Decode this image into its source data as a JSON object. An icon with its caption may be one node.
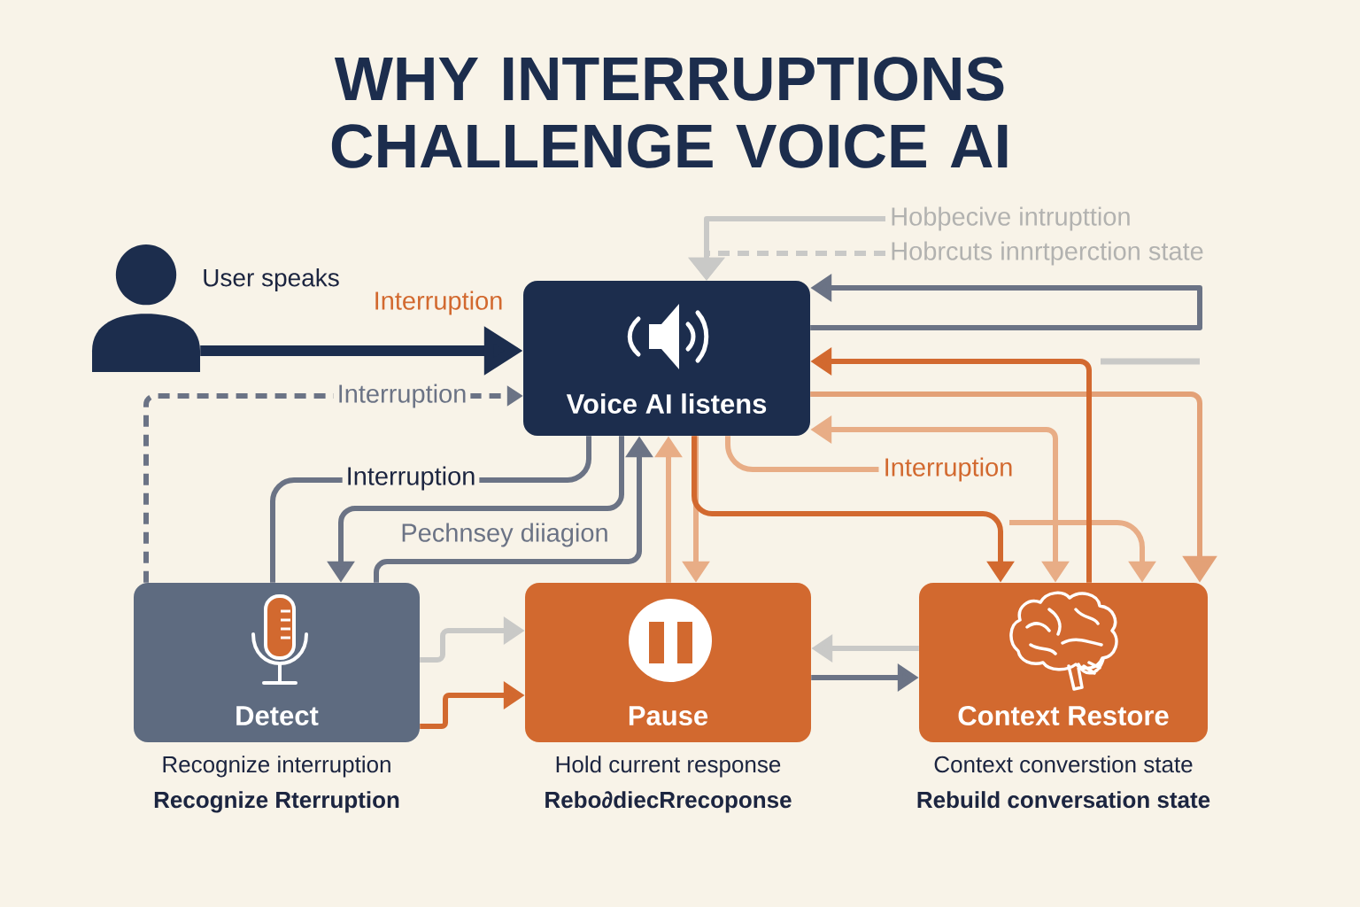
{
  "diagram": {
    "title": "WHY INTERRUPTIONS CHALLENGE VOICE AI",
    "nodes": [
      {
        "text": [],
        "shape": "person",
        "beside": [
          "User speaks"
        ]
      },
      {
        "text": [
          "Voice AI listens"
        ]
      },
      {
        "text": [
          "Detect"
        ],
        "beside": [
          "Recognize interruption",
          "Recognize Rterruption"
        ]
      },
      {
        "text": [
          "Pause"
        ],
        "beside": [
          "Hold current response",
          "Rebo∂diecRrecoponse"
        ]
      },
      {
        "text": [
          "Context Restore"
        ],
        "beside": [
          "Context converstion state",
          "Rebuild conversation state"
        ]
      },
      {
        "text": [
          "Hobþecive intrupttion"
        ]
      },
      {
        "text": [
          "Hobrcuts innrtperction state"
        ]
      },
      {
        "text": [
          "Interruption"
        ]
      }
    ],
    "edges": [
      {
        "from": 0,
        "to": 1,
        "arrow": "to",
        "label": "Interruption",
        "style": "thick",
        "color": "#1c2d4d"
      },
      {
        "from": 2,
        "to": 1,
        "arrow": "to",
        "label": "Interruption",
        "style": "dashed"
      },
      {
        "from": 1,
        "to": 2,
        "arrow": "none",
        "label": "Interruption"
      },
      {
        "from": 2,
        "to": 1,
        "arrow": "to",
        "label": "Pechnsey diiagion"
      },
      {
        "from": 1,
        "to": 2,
        "arrow": "to"
      },
      {
        "from": 3,
        "to": 1,
        "arrow": "to",
        "color": "#e8ad86"
      },
      {
        "from": 1,
        "to": 3,
        "arrow": "to",
        "color": "#e8ad86"
      },
      {
        "from": 1,
        "to": 4,
        "arrow": "to",
        "color": "#d2692f"
      },
      {
        "from": 1,
        "to": 7,
        "arrow": "none",
        "color": "#e8ad86"
      },
      {
        "from": 5,
        "to": 1,
        "arrow": "to",
        "color": "#c9c9c7"
      },
      {
        "from": 6,
        "to": 1,
        "arrow": "to",
        "style": "dashed",
        "color": "#c9c9c7"
      },
      {
        "from": 1,
        "to": 1,
        "arrow": "to"
      },
      {
        "from": 4,
        "to": 1,
        "arrow": "to",
        "color": "#d2692f"
      },
      {
        "from": 1,
        "to": 4,
        "arrow": "to",
        "color": "#e3a177"
      },
      {
        "from": 1,
        "to": 4,
        "arrow": "both",
        "color": "#e8ad86"
      },
      {
        "from": null,
        "to": 4,
        "arrow": "to",
        "color": "#e8ad86"
      },
      {
        "from": 2,
        "to": 3,
        "arrow": "to",
        "color": "#c9c9c7"
      },
      {
        "from": 2,
        "to": 3,
        "arrow": "to",
        "color": "#d2692f"
      },
      {
        "from": 4,
        "to": 3,
        "arrow": "to",
        "color": "#c9c9c7"
      },
      {
        "from": 3,
        "to": 4,
        "arrow": "to"
      }
    ]
  }
}
